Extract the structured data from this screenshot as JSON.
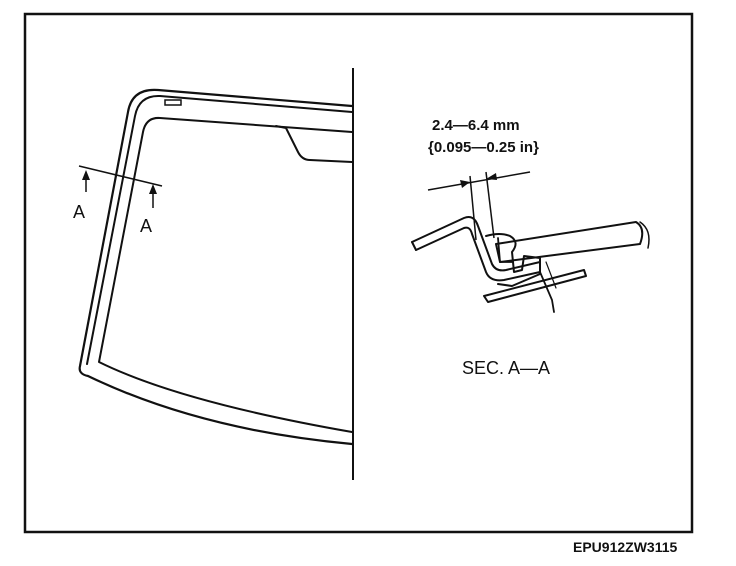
{
  "left_view": {
    "section_mark_left": "A",
    "section_mark_right": "A"
  },
  "right_view": {
    "dimension_mm": "2.4—6.4 mm",
    "dimension_in": "{0.095—0.25 in}",
    "section_caption": "SEC. A—A"
  },
  "figure_code": "EPU912ZW3115"
}
